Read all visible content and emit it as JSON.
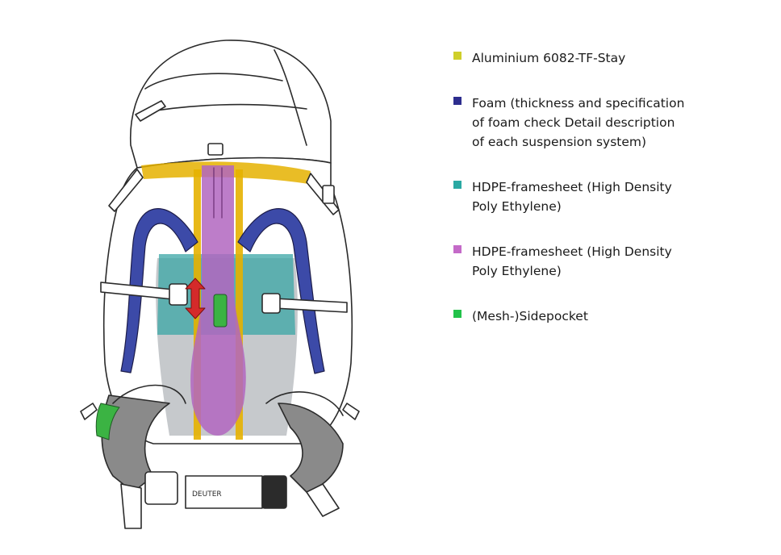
{
  "legend": {
    "items": [
      {
        "label": "Aluminium 6082-TF-Stay",
        "color": "#cfcf2a"
      },
      {
        "label": "Foam (thickness and specification\nof foam check Detail description\nof each suspension system)",
        "color": "#2d2d8e"
      },
      {
        "label": "HDPE-framesheet (High Density\nPoly Ethylene)",
        "color": "#2aa9a3"
      },
      {
        "label": "HDPE-framesheet (High Density\nPoly Ethylene)",
        "color": "#c46ac8"
      },
      {
        "label": "(Mesh-)Sidepocket",
        "color": "#22c24a"
      }
    ]
  },
  "illustration": {
    "subject": "backpack-suspension-system",
    "logo_text": "DEUTER",
    "colors": {
      "stay": "#e5b100",
      "foam": "#3c4aa8",
      "framesheet_teal": "#3aa5a5",
      "framesheet_purple": "#b266c0",
      "mesh": "#3bb343",
      "hipbelt": "#8a8a8a",
      "arrow": "#d42a2a",
      "outline": "#2b2b2b"
    }
  }
}
